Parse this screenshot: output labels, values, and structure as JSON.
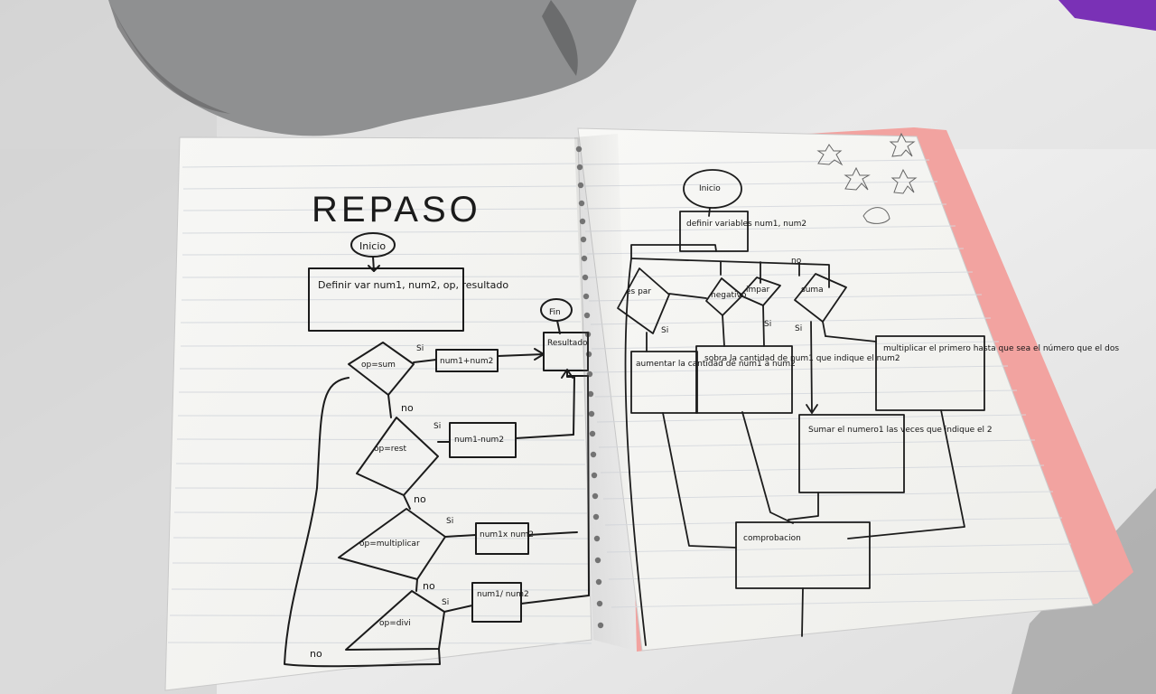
{
  "photo": {
    "left_page": {
      "title": "REPASO",
      "start": "Inicio",
      "define": "Definir var num1, num2, op, resultado",
      "end": "Fin",
      "result": "Resultado",
      "cond_sum": "op=sum",
      "cond_rest": "op=rest",
      "cond_mult": "op=multiplicar",
      "cond_div": "op=divi",
      "act_sum": "num1+num2",
      "act_rest": "num1-num2",
      "act_mult": "num1x num2",
      "act_div": "num1/ num2",
      "yes": "Si",
      "no": "no"
    },
    "right_page": {
      "start": "Inicio",
      "define": "definir variables num1, num2",
      "cond_even": "es par",
      "cond_a": "negativo",
      "cond_b": "impar",
      "cond_c": "suma",
      "box_add": "aumentar la cantidad de num1 a num2",
      "box_sub": "sobra la cantidad de num1 que indique el num2",
      "box_mult": "multiplicar el primero hasta que sea el número que el dos",
      "box_sum": "Sumar el numero1 las veces que indique el 2",
      "check": "comprobacion",
      "yes": "Si",
      "no": "no"
    }
  }
}
